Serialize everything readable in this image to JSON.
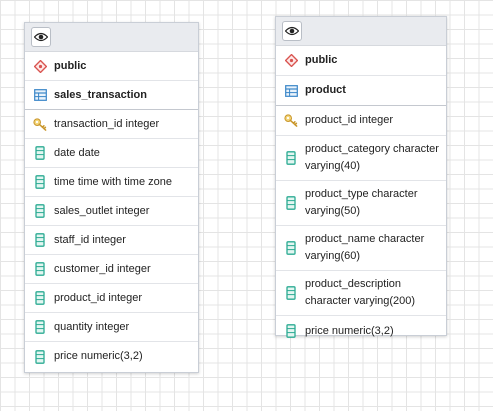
{
  "tables": [
    {
      "schema": "public",
      "name": "sales_transaction",
      "columns": [
        {
          "text": "transaction_id integer",
          "icon": "primary-key-icon"
        },
        {
          "text": "date date",
          "icon": "column-icon"
        },
        {
          "text": "time time with time zone",
          "icon": "column-icon"
        },
        {
          "text": "sales_outlet integer",
          "icon": "column-icon"
        },
        {
          "text": "staff_id integer",
          "icon": "column-icon"
        },
        {
          "text": "customer_id integer",
          "icon": "column-icon"
        },
        {
          "text": "product_id integer",
          "icon": "column-icon"
        },
        {
          "text": "quantity integer",
          "icon": "column-icon"
        },
        {
          "text": "price numeric(3,2)",
          "icon": "column-icon"
        }
      ]
    },
    {
      "schema": "public",
      "name": "product",
      "columns": [
        {
          "text": "product_id integer",
          "icon": "primary-key-icon"
        },
        {
          "text": "product_category character varying(40)",
          "icon": "column-icon"
        },
        {
          "text": "product_type character varying(50)",
          "icon": "column-icon"
        },
        {
          "text": "product_name character varying(60)",
          "icon": "column-icon"
        },
        {
          "text": "product_description character varying(200)",
          "icon": "column-icon"
        },
        {
          "text": "price numeric(3,2)",
          "icon": "column-icon"
        }
      ]
    }
  ],
  "colors": {
    "schema_icon": "#d9534f",
    "table_icon": "#3a86c8",
    "key_icon": "#e0b53a",
    "column_icon": "#2bab93"
  }
}
